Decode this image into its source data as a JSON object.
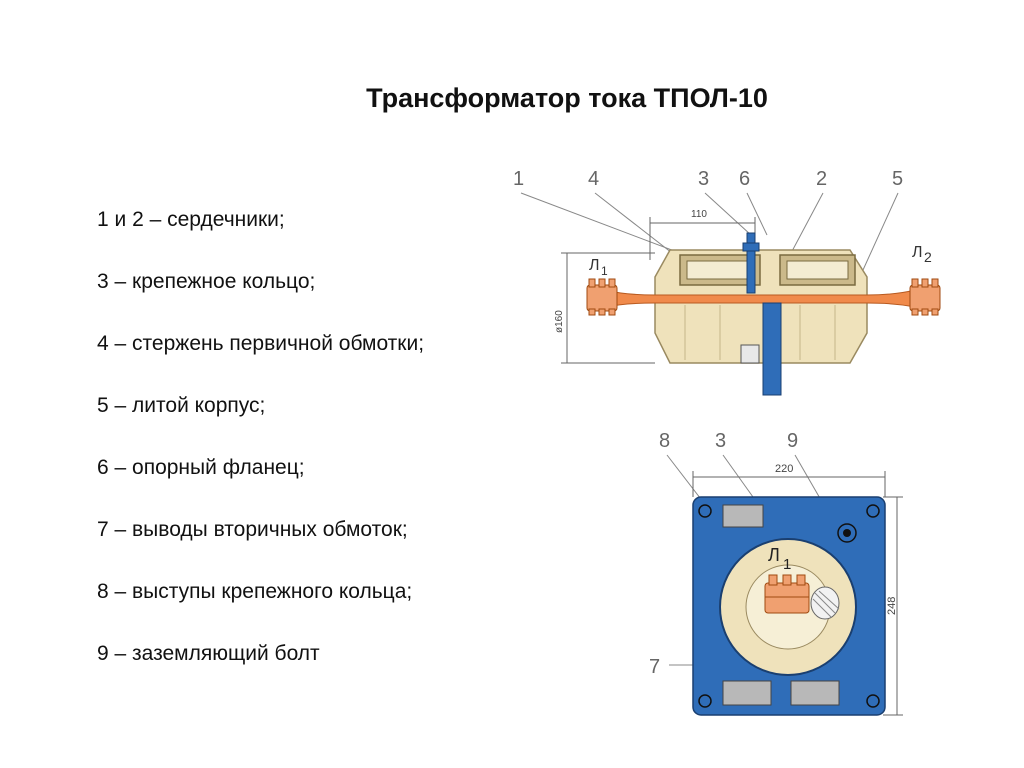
{
  "title": "Трансформатор тока ТПОЛ-10",
  "legend": [
    "1 и 2 – сердечники;",
    "3 – крепежное кольцо;",
    "4 – стержень первичной обмотки;",
    "5 – литой корпус;",
    "6 – опорный фланец;",
    "7 – выводы вторичных обмоток;",
    "8 – выступы крепежного кольца;",
    "9 – заземляющий болт"
  ],
  "side_view": {
    "callouts": [
      "1",
      "4",
      "3",
      "6",
      "2",
      "5"
    ],
    "dim_width": "110",
    "dim_height": "ø160",
    "terminal_left": "Л",
    "terminal_left_sub": "1",
    "terminal_right": "Л",
    "terminal_right_sub": "2"
  },
  "top_view": {
    "callouts": [
      "8",
      "3",
      "9",
      "7"
    ],
    "dim_width": "220",
    "dim_height": "248",
    "terminal": "Л",
    "terminal_sub": "1"
  },
  "colors": {
    "body_fill": "#efe2bb",
    "core_fill": "#cbb98a",
    "conductor": "#f08a4b",
    "flange": "#2f6db8",
    "terminal": "#f0a070"
  }
}
